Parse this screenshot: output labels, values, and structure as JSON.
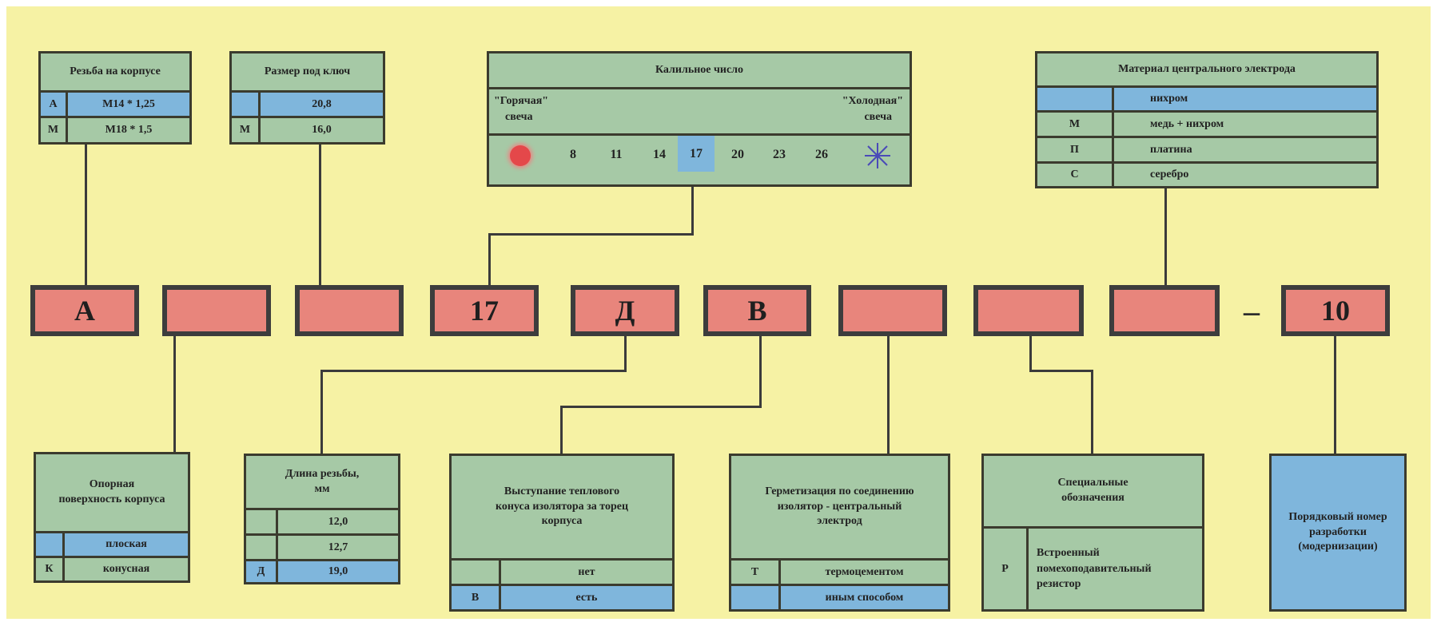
{
  "thread": {
    "title": "Резьба на корпусе",
    "rows": [
      {
        "code": "А",
        "value": "M14 * 1,25",
        "highlight": true
      },
      {
        "code": "М",
        "value": "M18 * 1,5",
        "highlight": false
      }
    ]
  },
  "wrench": {
    "title": "Размер под ключ",
    "rows": [
      {
        "code": "",
        "value": "20,8",
        "highlight": true
      },
      {
        "code": "М",
        "value": "16,0",
        "highlight": false
      }
    ]
  },
  "heat": {
    "title": "Калильное число",
    "hot_label": "\"Горячая\"",
    "hot_sub": "свеча",
    "cold_label": "\"Холодная\"",
    "cold_sub": "свеча",
    "numbers": [
      "8",
      "11",
      "14",
      "17",
      "20",
      "23",
      "26"
    ],
    "selected": "17"
  },
  "electrode": {
    "title": "Материал центрального электрода",
    "rows": [
      {
        "code": "",
        "value": "нихром",
        "highlight": true
      },
      {
        "code": "М",
        "value": "медь + нихром",
        "highlight": false
      },
      {
        "code": "П",
        "value": "платина",
        "highlight": false
      },
      {
        "code": "С",
        "value": "серебро",
        "highlight": false
      }
    ]
  },
  "code_boxes": [
    "А",
    "",
    "",
    "17",
    "Д",
    "В",
    "",
    "",
    "",
    "10"
  ],
  "dash": "–",
  "seat": {
    "title": "Опорная поверхность корпуса",
    "rows": [
      {
        "code": "",
        "value": "плоская",
        "highlight": true
      },
      {
        "code": "К",
        "value": "конусная",
        "highlight": false
      }
    ]
  },
  "thread_length": {
    "title": "Длина резьбы, мм",
    "rows": [
      {
        "code": "",
        "value": "12,0",
        "highlight": false
      },
      {
        "code": "",
        "value": "12,7",
        "highlight": false
      },
      {
        "code": "Д",
        "value": "19,0",
        "highlight": true
      }
    ]
  },
  "insulator": {
    "title": "Выступание теплового конуса изолятора за торец корпуса",
    "rows": [
      {
        "code": "",
        "value": "нет",
        "highlight": false
      },
      {
        "code": "В",
        "value": "есть",
        "highlight": true
      }
    ]
  },
  "sealing": {
    "title": "Герметизация по соединению изолятор - центральный электрод",
    "rows": [
      {
        "code": "Т",
        "value": "термоцементом",
        "highlight": false
      },
      {
        "code": "",
        "value": "иным способом",
        "highlight": true
      }
    ]
  },
  "special": {
    "title": "Специальные обозначения",
    "rows": [
      {
        "code": "Р",
        "value": "Встроенный помехоподавительный резистор",
        "highlight": false
      }
    ]
  },
  "serial": {
    "title": "Порядковый номер разработки (модернизации)"
  },
  "colors": {
    "background": "#f6f2a4",
    "table": "#a6c9a6",
    "highlight": "#7fb6dc",
    "code_box": "#e8857c",
    "border": "#3b3b2e"
  }
}
